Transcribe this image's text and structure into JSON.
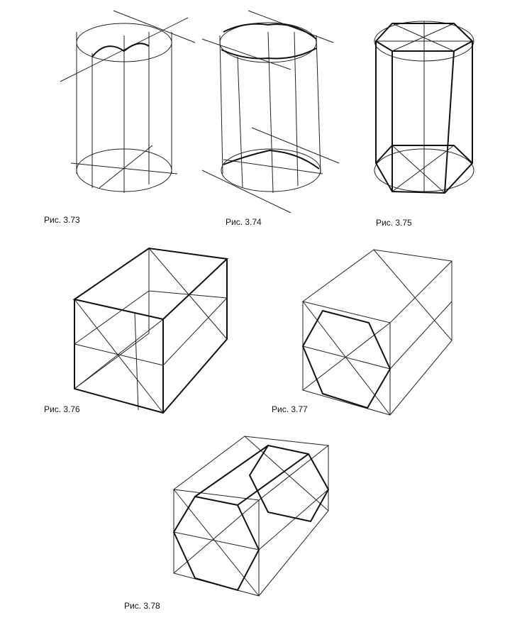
{
  "figures": [
    {
      "id": "fig-3-73",
      "caption": "Рис. 3.73"
    },
    {
      "id": "fig-3-74",
      "caption": "Рис. 3.74"
    },
    {
      "id": "fig-3-75",
      "caption": "Рис. 3.75"
    },
    {
      "id": "fig-3-76",
      "caption": "Рис. 3.76"
    },
    {
      "id": "fig-3-77",
      "caption": "Рис. 3.77"
    },
    {
      "id": "fig-3-78",
      "caption": "Рис. 3.78"
    }
  ],
  "colors": {
    "ink": "#222222",
    "paper": "#ffffff"
  }
}
